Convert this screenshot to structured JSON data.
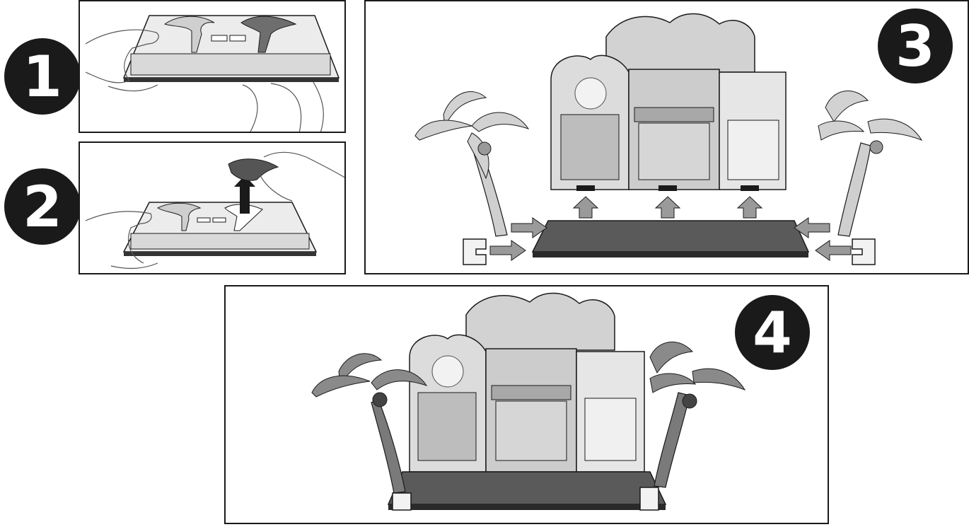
{
  "steps": [
    {
      "number": "1"
    },
    {
      "number": "2"
    },
    {
      "number": "3"
    },
    {
      "number": "4"
    }
  ],
  "colors": {
    "outline": "#1a1a1a",
    "badge": "#1a1a1a",
    "badge_text": "#ffffff",
    "base": "#5a5a5a",
    "card": "#d9d9d9",
    "arrow": "#9a9a9a",
    "leaf_light": "#d2d2d2",
    "leaf_dark": "#7a7a7a"
  },
  "icons": [
    "hand-icon",
    "palm-tree-icon",
    "arrow-up-icon",
    "arrow-right-icon",
    "arrow-left-icon",
    "clip-icon",
    "shop-stand-icon"
  ]
}
